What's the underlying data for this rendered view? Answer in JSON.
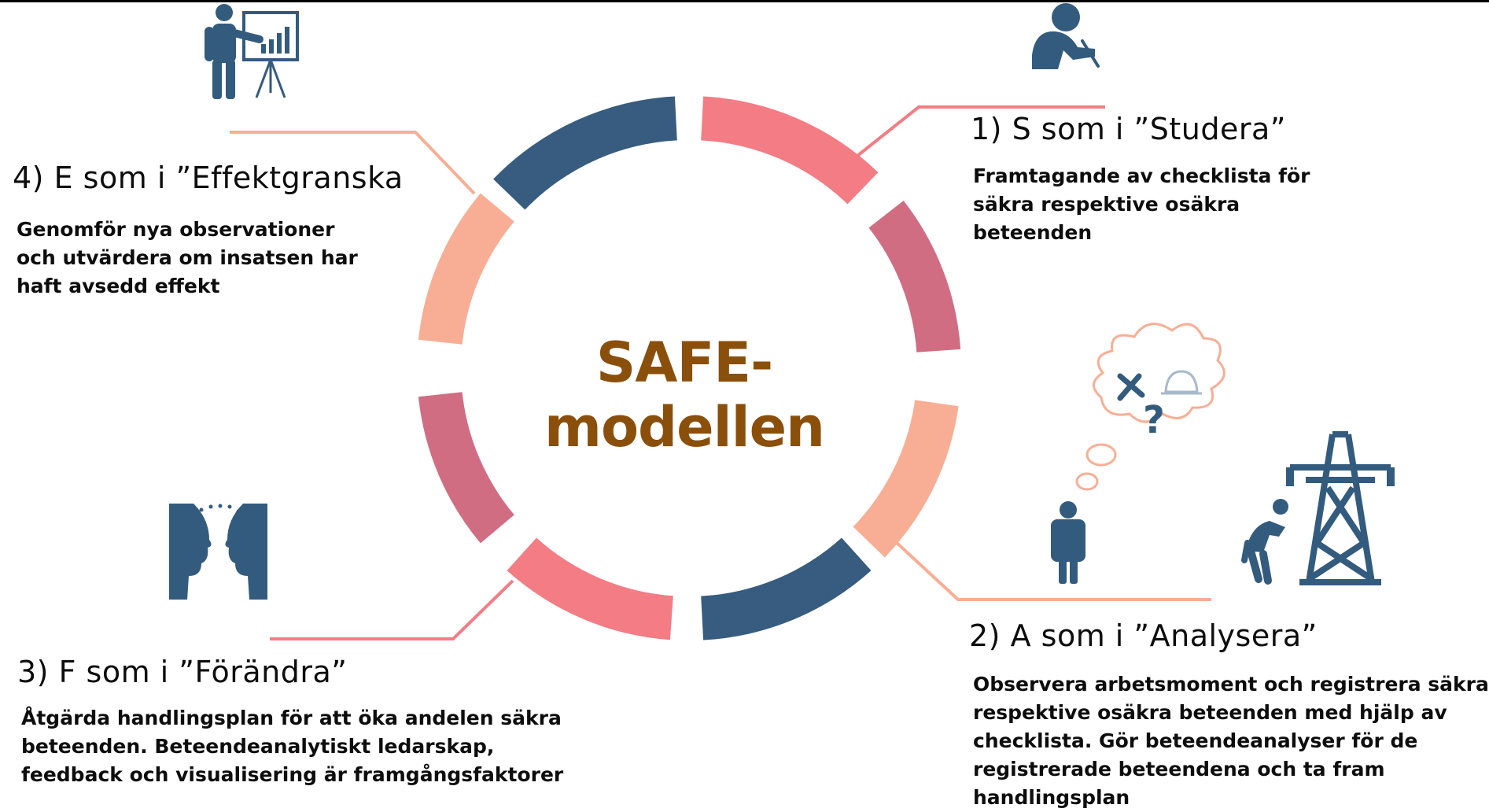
{
  "center_title": "SAFE-modellen",
  "steps": [
    {
      "title": "1) S som i ”Studera”",
      "lines": [
        "Framtagande av checklista för",
        "säkra respektive osäkra",
        "beteenden"
      ],
      "icon": "person-studying-icon"
    },
    {
      "title": "2) A som i ”Analysera”",
      "lines": [
        "Observera arbetsmoment och registrera säkra",
        "respektive osäkra beteenden med hjälp av",
        "checklista. Gör beteendeanalyser för de",
        "registrerade beteendena och ta fram",
        "handlingsplan"
      ],
      "icon": "workers-power-tower-icon"
    },
    {
      "title": "3) F som i ”Förändra”",
      "lines": [
        "Åtgärda handlingsplan för att öka andelen säkra",
        "beteenden. Beteendeanalytiskt ledarskap,",
        "feedback och visualisering är framgångsfaktorer"
      ],
      "icon": "two-faces-dialogue-icon"
    },
    {
      "title": "4) E som i ”Effektgranska",
      "lines": [
        "Genomför nya observationer",
        "och utvärdera om insatsen har",
        "haft avsedd effekt"
      ],
      "icon": "presenter-chart-icon"
    }
  ],
  "colors": {
    "navy": "#375c7f",
    "coral": "#f47c84",
    "rose": "#d06d83",
    "peach": "#f8ae94",
    "title_brown": "#8a4f0b",
    "icon_blue": "#335b7e"
  }
}
